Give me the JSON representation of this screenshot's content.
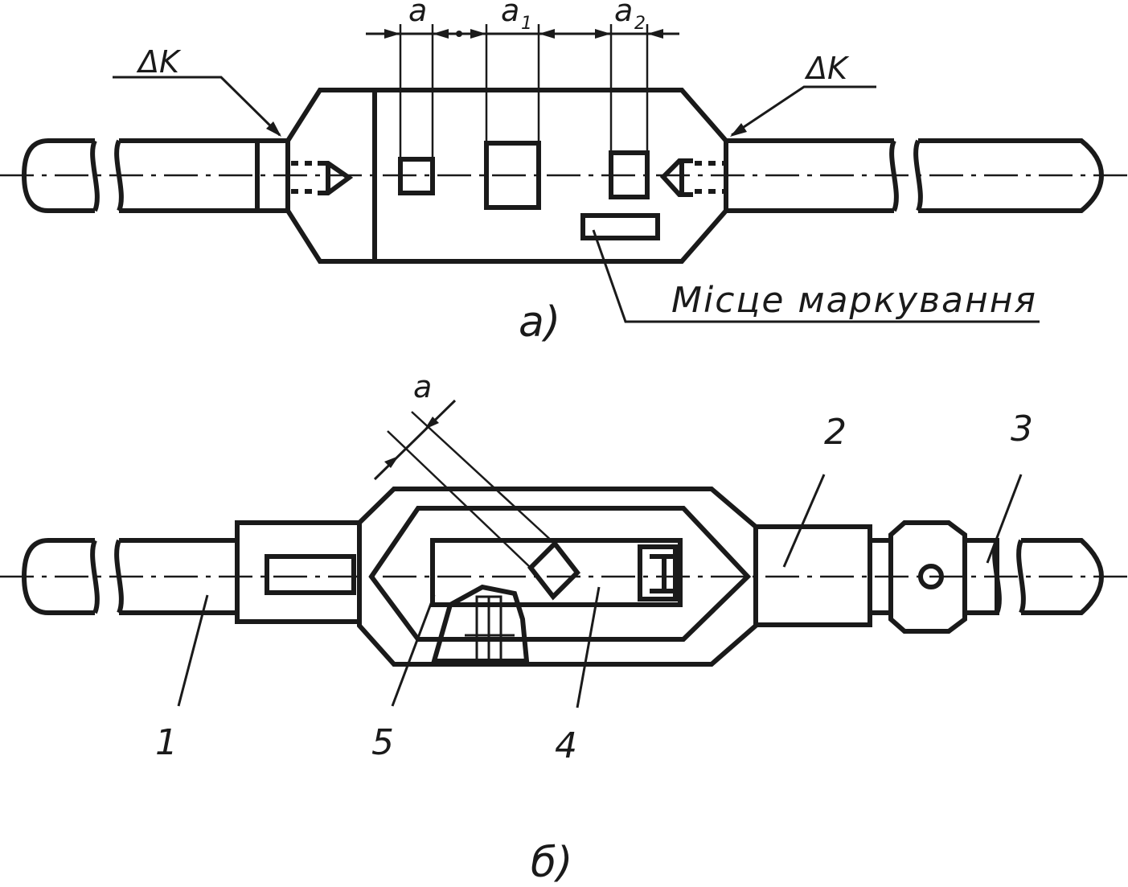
{
  "view_a": {
    "caption": "а)",
    "delta_k_left": "ΔK",
    "delta_k_right": "ΔK",
    "dim_a": "a",
    "dim_a1": "a",
    "dim_a1_sub": "1",
    "dim_a2": "a",
    "dim_a2_sub": "2",
    "marking_note": "Місце маркування"
  },
  "view_b": {
    "caption": "б)",
    "dim_a": "a",
    "callouts": [
      "1",
      "2",
      "3",
      "4",
      "5"
    ]
  }
}
